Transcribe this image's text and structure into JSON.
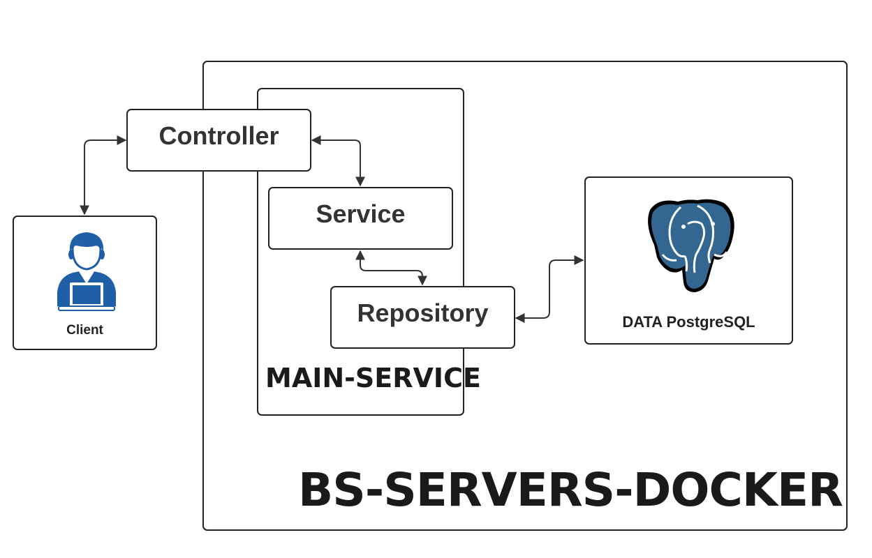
{
  "diagram": {
    "outer_container": {
      "title": "BS-SERVERS-DOCKER"
    },
    "inner_container": {
      "title": "MAIN-SERVICE"
    },
    "nodes": {
      "controller": {
        "label": "Controller"
      },
      "service": {
        "label": "Service"
      },
      "repository": {
        "label": "Repository"
      },
      "client": {
        "label": "Client",
        "icon": "user-laptop-icon"
      },
      "database": {
        "label": "DATA PostgreSQL",
        "icon": "postgresql-elephant-icon"
      }
    },
    "edges": [
      {
        "from": "Client",
        "to": "Controller",
        "direction": "bidirectional"
      },
      {
        "from": "Controller",
        "to": "Service",
        "direction": "bidirectional"
      },
      {
        "from": "Service",
        "to": "Repository",
        "direction": "bidirectional"
      },
      {
        "from": "Repository",
        "to": "DATA PostgreSQL",
        "direction": "bidirectional"
      }
    ],
    "colors": {
      "stroke": "#222222",
      "text": "#333333",
      "client_icon": "#1f5fa8",
      "postgres_blue": "#336791"
    }
  }
}
